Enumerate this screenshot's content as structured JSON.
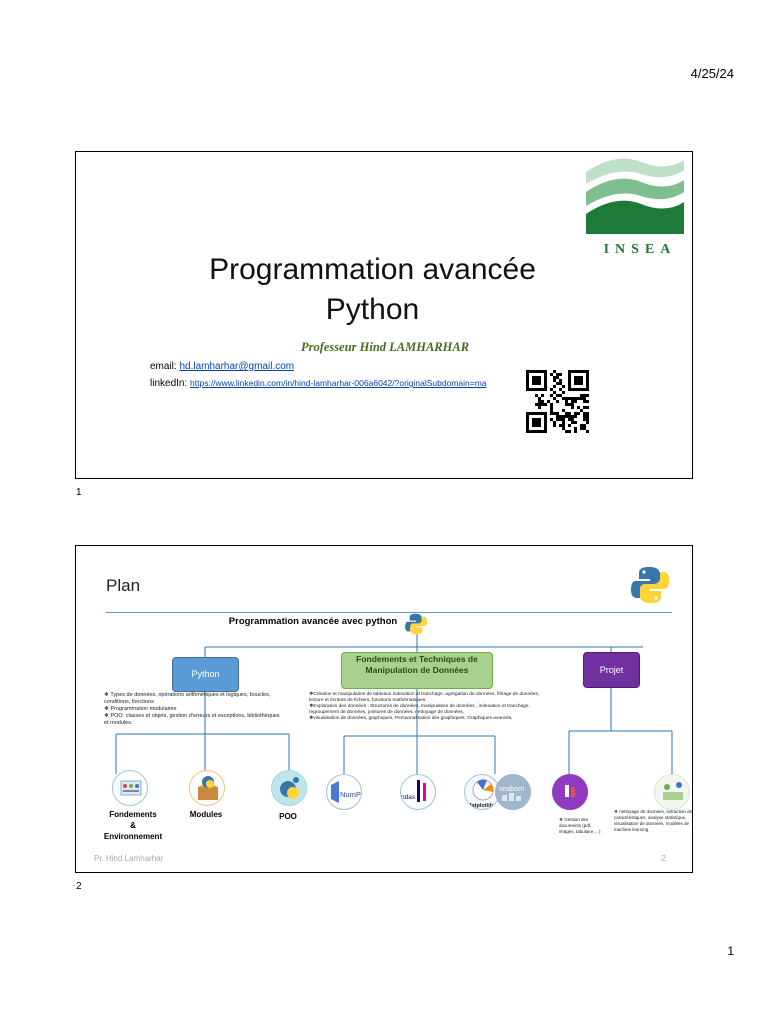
{
  "header": {
    "date": "4/25/24"
  },
  "page": {
    "number": "1"
  },
  "slide1": {
    "number": "1",
    "title_line1": "Programmation avancée",
    "title_line2": "Python",
    "professor": "Professeur Hind LAMHARHAR",
    "email_label": "email:",
    "email": "hd.lamharhar@gmail.com",
    "linkedin_label": "linkedIn:",
    "linkedin_url": "https://www.linkedin.com/in/hind-lamharhar-006a6042/?originalSubdomain=ma",
    "logo_text": "INSEA",
    "colors": {
      "green": "#1f7a3a",
      "green_light": "#7fbf8f",
      "professor": "#4a6b1e"
    }
  },
  "slide2": {
    "number": "2",
    "footer_number": "2",
    "title": "Plan",
    "root": "Programmation avancée avec python",
    "nodes": {
      "python": "Python",
      "fondements": "Fondements et Techniques de Manipulation de Données",
      "projet": "Projet"
    },
    "python_bullets": [
      "❖ Types de données, opérations arithmétiques et logiques, boucles, conditions, fonctions",
      "❖ Programmation modulaires",
      "❖ POO: classes et objets, gestion d'erreurs et exceptions, bibliothèques et modules."
    ],
    "fond_bullets": [
      "❖Création et manipulation de tableaux indexation et tranchage, agrégation de données, filtrage de données, lecture et écriture de fichiers, fonctions mathématiques.",
      "❖Exploration des données : Structures de données, manipulation de données , indexation et tranchage, regroupement de données, jointures de données, nettoyage de données,",
      "❖visualisation de données, graphiques, Personnalisation des graphiques, Graphiques avancés,"
    ],
    "doc_bullet": "❖ Gestion des documents (pdf, images, tabulaire,…)",
    "ml_bullet": "❖ nettoyage de données, extraction de caractéristiques, analyse statistique, visualisation de données, modèles de machine learning.",
    "leaves": {
      "fondements": [
        "Fondements",
        "&",
        "Environnement"
      ],
      "modules": "Modules",
      "poo": "POO"
    },
    "lib_labels": {
      "numpy": "NumPy",
      "pandas": "ndas",
      "matplotlib": "Matplotlib",
      "seaborn": "seaborn"
    },
    "footer": "Pr. Hind Lamharhar",
    "colors": {
      "python_node": "#5b9bd5",
      "fond_node": "#a9d18e",
      "projet_node": "#7030a0",
      "lines": "#2e75b6"
    }
  }
}
